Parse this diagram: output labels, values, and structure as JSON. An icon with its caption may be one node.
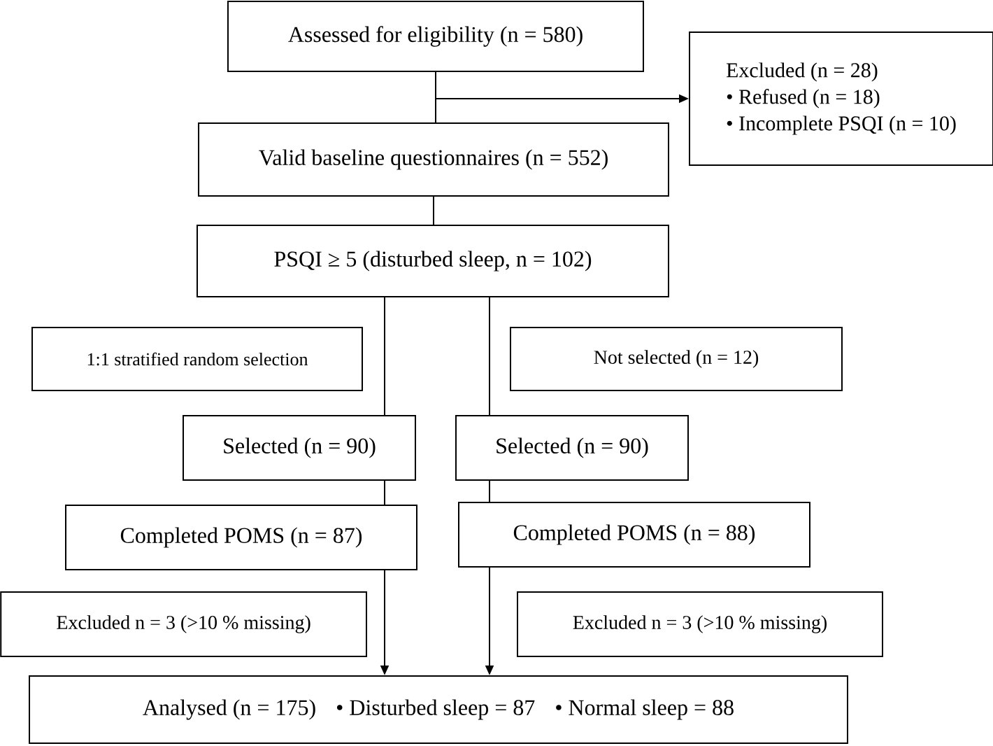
{
  "diagram": {
    "nodes": [
      {
        "text": [
          "Assessed for eligibility (n = 580)"
        ]
      },
      {
        "text": [
          "Excluded (n = 28)",
          "• Refused (n = 18)",
          "• Incomplete PSQI (n = 10)"
        ]
      },
      {
        "text": [
          "Valid baseline questionnaires (n = 552)"
        ]
      },
      {
        "text": [
          "PSQI ≥ 5 (disturbed sleep, n = 102)"
        ]
      },
      {
        "text": [
          "1:1 stratified random selection"
        ]
      },
      {
        "text": [
          "Not selected (n = 12)"
        ]
      },
      {
        "text": [
          "Selected (n = 90)"
        ]
      },
      {
        "text": [
          "Selected (n = 90)"
        ]
      },
      {
        "text": [
          "Completed POMS (n = 87)"
        ]
      },
      {
        "text": [
          "Completed POMS (n = 88)"
        ]
      },
      {
        "text": [
          "Excluded n = 3 (>10 % missing)"
        ]
      },
      {
        "text": [
          "Excluded n = 3 (>10 % missing)"
        ]
      },
      {
        "text": [
          "Analysed (n = 175)",
          "• Disturbed sleep = 87",
          "• Normal sleep = 88"
        ]
      }
    ],
    "edges": [
      {
        "from": 0,
        "to": 2,
        "arrow": "none"
      },
      {
        "from": 0,
        "to": 1,
        "arrow": "to"
      },
      {
        "from": 2,
        "to": 3,
        "arrow": "none"
      },
      {
        "from": 3,
        "to": 6,
        "arrow": "none"
      },
      {
        "from": 3,
        "to": 7,
        "arrow": "none"
      },
      {
        "from": 6,
        "to": 8,
        "arrow": "none"
      },
      {
        "from": 7,
        "to": 9,
        "arrow": "none"
      },
      {
        "from": 8,
        "to": 12,
        "arrow": "to"
      },
      {
        "from": 9,
        "to": 12,
        "arrow": "to"
      }
    ]
  }
}
